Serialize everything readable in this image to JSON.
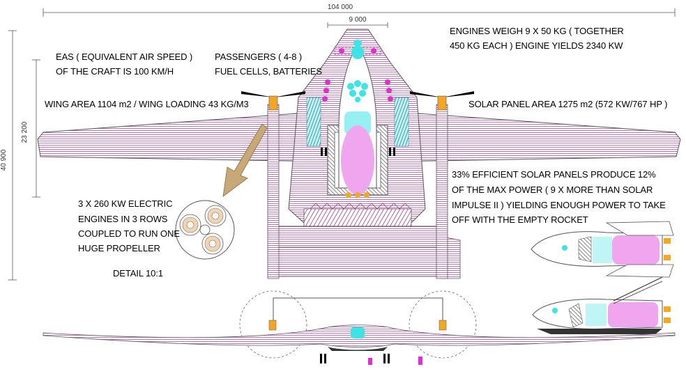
{
  "dimensions": {
    "span": "104 000",
    "fuselage_width": "9 000",
    "wing_chord": "23 200",
    "overall_length": "40 900"
  },
  "annotations": {
    "eas": [
      "EAS ( EQUIVALENT AIR SPEED )",
      "OF THE CRAFT IS 100 KM/H"
    ],
    "passengers": [
      "PASSENGERS ( 4-8 )",
      "FUEL CELLS, BATTERIES"
    ],
    "engines": [
      "ENGINES WEIGH 9 X 50 KG  ( TOGETHER",
      "450 KG EACH ) ENGINE YIELDS 2340 KW"
    ],
    "wing_area": "WING AREA 1104 m2 / WING LOADING  43 KG/M3",
    "solar_area": "SOLAR PANEL AREA 1275 m2 (572 KW/767 HP )",
    "solar_eff": [
      "33% EFFICIENT SOLAR PANELS PRODUCE 12%",
      "OF THE MAX POWER ( 9 X MORE THAN SOLAR",
      "IMPULSE II ) YIELDING ENOUGH POWER TO TAKE",
      "OFF WITH THE EMPTY ROCKET"
    ],
    "electric": [
      "3 X 260 KW ELECTRIC",
      "ENGINES IN 3 ROWS",
      "COUPLED TO RUN ONE",
      "HUGE PROPELLER"
    ],
    "detail": "DETAIL 10:1"
  },
  "colors": {
    "hatch": "#9b3a8f",
    "pink": "#f0a6ee",
    "cyan": "#3fe3e6",
    "magenta": "#e02fcf",
    "orange": "#f5a623",
    "arrow": "#b09060",
    "outline": "#555555"
  }
}
